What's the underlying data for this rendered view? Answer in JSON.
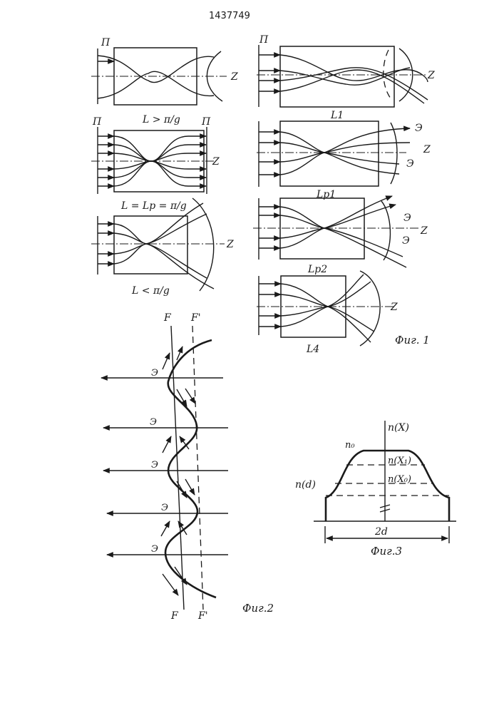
{
  "header": {
    "patent_number": "1437749"
  },
  "fig1": {
    "caption": "Фиг. 1",
    "left": {
      "a": {
        "label_P": "П",
        "label_z": "Z",
        "condition": "L > π/g"
      },
      "b": {
        "label_P_left": "П",
        "label_P_right": "П",
        "label_z": "Z",
        "condition": "L = Lp = π/g"
      },
      "c": {
        "label_z": "Z",
        "condition": "L < π/g"
      }
    },
    "right": {
      "a": {
        "label_P": "П",
        "label_z": "Z",
        "length": "L1"
      },
      "b": {
        "label_z": "Z",
        "label_e1": "Э",
        "label_e2": "Э",
        "length": "Lp1"
      },
      "c": {
        "label_z": "Z",
        "label_e1": "Э",
        "label_e2": "Э",
        "length": "Lp2"
      },
      "d": {
        "label_z": "Z",
        "length": "L4"
      }
    }
  },
  "fig2": {
    "caption": "Фиг.2",
    "label_F_top": "F",
    "label_F1_top": "F'",
    "label_F_bottom": "F",
    "label_F1_bottom": "F'",
    "beam_labels": [
      "Э",
      "Э",
      "Э",
      "Э",
      "Э"
    ]
  },
  "fig3": {
    "caption": "Фиг.3",
    "axis_label": "n(X)",
    "label_n0": "n₀",
    "label_nx1": "n(X₁)",
    "label_nx0": "n(X₀)",
    "label_nd": "n(d)",
    "label_width": "2d"
  }
}
